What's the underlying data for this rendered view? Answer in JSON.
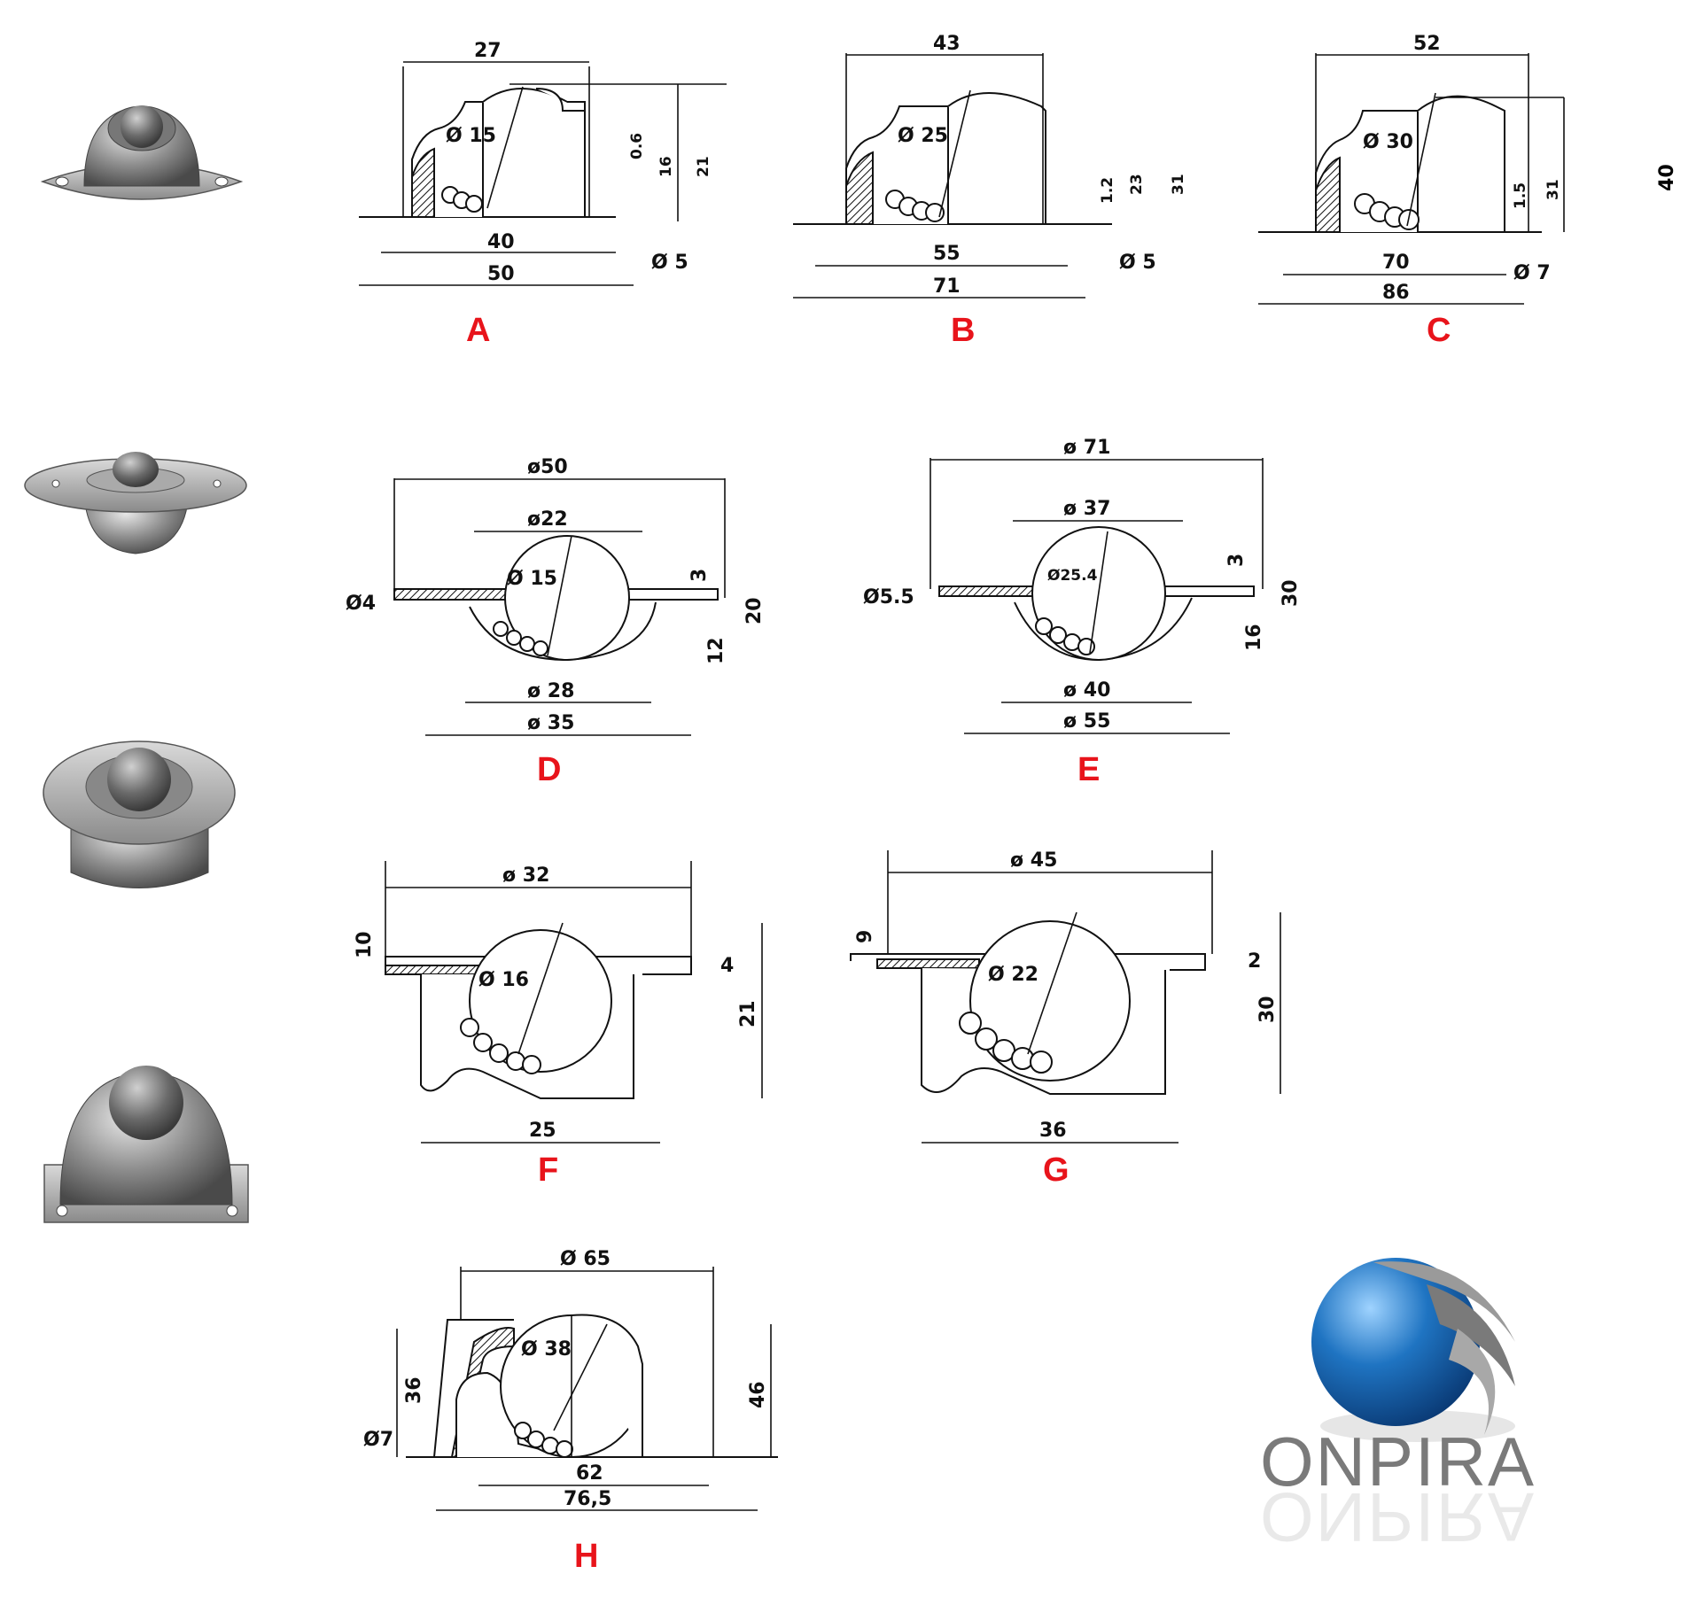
{
  "variants": [
    {
      "id": "A",
      "label": "A",
      "dims": {
        "top": "27",
        "ball": "Ø 15",
        "h1": "0.6",
        "h2": "16",
        "h3": "21",
        "b1": "40",
        "b2": "50",
        "hole": "Ø 5"
      }
    },
    {
      "id": "B",
      "label": "B",
      "dims": {
        "top": "43",
        "ball": "Ø 25",
        "h1": "1.2",
        "h2": "23",
        "h3": "31",
        "b1": "55",
        "b2": "71",
        "hole": "Ø 5"
      }
    },
    {
      "id": "C",
      "label": "C",
      "dims": {
        "top": "52",
        "ball": "Ø 30",
        "h1": "1.5",
        "h2": "31",
        "h3": "40",
        "b1": "70",
        "b2": "86",
        "hole": "Ø 7"
      }
    },
    {
      "id": "D",
      "label": "D",
      "dims": {
        "outer": "ø50",
        "top": "ø22",
        "ball": "Ø 15",
        "hole": "Ø4",
        "t": "3",
        "h1": "12",
        "h2": "20",
        "b1": "ø 28",
        "b2": "ø 35"
      }
    },
    {
      "id": "E",
      "label": "E",
      "dims": {
        "outer": "ø 71",
        "top": "ø 37",
        "ball": "Ø25.4",
        "hole": "Ø5.5",
        "t": "3",
        "h1": "16",
        "h2": "30",
        "b1": "ø 40",
        "b2": "ø 55"
      }
    },
    {
      "id": "F",
      "label": "F",
      "dims": {
        "outer": "ø 32",
        "ball": "Ø 16",
        "side": "10",
        "t": "4",
        "h": "21",
        "b": "25"
      }
    },
    {
      "id": "G",
      "label": "G",
      "dims": {
        "outer": "ø 45",
        "ball": "Ø 22",
        "side": "9",
        "t": "2",
        "h": "30",
        "b": "36"
      }
    },
    {
      "id": "H",
      "label": "H",
      "dims": {
        "outer": "Ø 65",
        "ball": "Ø 38",
        "hole": "Ø7",
        "side": "36",
        "h": "46",
        "b1": "62",
        "b2": "76,5"
      }
    }
  ],
  "photos": [
    {
      "name": "ball-transfer-oval-flange-photo"
    },
    {
      "name": "ball-transfer-round-flange-photo"
    },
    {
      "name": "ball-transfer-cup-photo"
    },
    {
      "name": "ball-transfer-square-flange-photo"
    }
  ],
  "logo": {
    "text": "ONPIRA",
    "colors": {
      "sphere": "#1f74c2",
      "swoosh": "#8a8a8a",
      "text": "#7a7a7a"
    }
  }
}
